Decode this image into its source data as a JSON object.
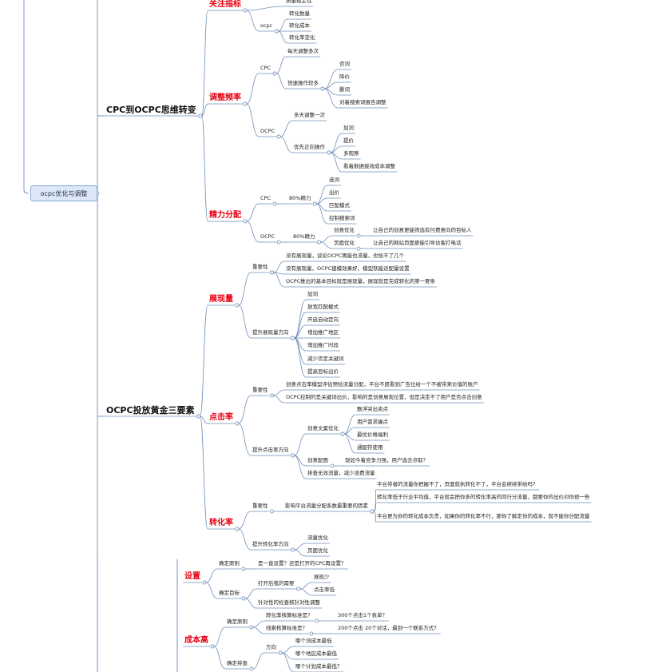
{
  "root": "ocpc优化与调整",
  "n": {
    "cut1": "质量稳定性",
    "topic1": "CPC到OCPC思维转变",
    "focus": "关注指标",
    "focus_ocpc": "ocpc",
    "f1": "转化数量",
    "f2": "转化成本",
    "f3": "转化率变化",
    "adjust": "调整频率",
    "adj_cpc": "CPC",
    "a1": "每天调整多次",
    "a2": "快速操作较多",
    "a2_1": "否词",
    "a2_2": "降价",
    "a2_3": "删词",
    "a2_4": "对着搜索词报告调整",
    "adj_ocpc": "OCPC",
    "b1": "多天调整一次",
    "b2": "优先正向操作",
    "b2_1": "加词",
    "b2_2": "提价",
    "b2_3": "多观察",
    "b2_4": "看着数据接效成本调整",
    "energy": "精力分配",
    "en_cpc": "CPC",
    "en_cpc_80": "80%精力",
    "e1": "选词",
    "e2": "出价",
    "e3": "匹配模式",
    "e4": "控制搜索词",
    "en_ocpc": "OCPC",
    "en_ocpc_80": "80%精力",
    "e5": "创意优化",
    "e5t": "让自己的创意更能筛选有付费意向的目标人",
    "e6": "页面优化",
    "e6t": "让自己的网站页面更能引导访客打电话",
    "topic2": "OCPC投放黄金三要素",
    "show": "展现量",
    "show_imp": "重要性",
    "s1": "没有展现量，谈论OCPC再能也流量，也恰不了几个",
    "s2": "没有展现量，OCPC建模效果好，模型就能适配量设置",
    "s3": "OCPC推出的基本目标就是展现量，展现就是完成转化的第一要条",
    "show_dir": "提升展现量方向",
    "s4": "加词",
    "s5": "放宽匹配模式",
    "s6": "开启自动定向",
    "s7": "增加推广地区",
    "s8": "增加推广时段",
    "s9": "减少否定关键词",
    "s10": "提高目标出价",
    "ctr": "点击率",
    "ctr_imp": "重要性",
    "c1": "创意点击率模型评估预估流量分配，平台不愿看到广告位给一个不被带来价值的账户",
    "c2": "OCPC控制的是关键词出价，影响的是创意展现位置，但是决定不了用户是否点击创意",
    "ctr_dir": "提升点击率方向",
    "c3": "创意文案优化",
    "c3_1": "飘浮突出卖点",
    "c3_2": "用户需求痛点",
    "c3_3": "最优价格福利",
    "c3_4": "通配符使用",
    "c4": "创意配图",
    "c4t": "现如今着竞争力强，用户选去点取？",
    "c5": "排查无效流量，减少浪费流量",
    "cvr": "转化率",
    "cvr_imp": "重要性",
    "cv1": "影响平台流量分配系数最重要的因素",
    "cv1_1": "平台带者的流量你把握不了，页面就执转化不了，平台会继续带给吗？",
    "cv1_2": "转化率低于行业平均值，平台就会把你多的转化率高的同行分流量，都要你的出价对你很一些",
    "cv1_3": "平台更为你的转化成本负责，如果你的转化率不行，那你了解定你的成本，就不能你分配流量",
    "cvr_dir": "提升转化率方向",
    "cv2": "流量优化",
    "cv3": "页面优化",
    "setup": "设置",
    "st_a": "确定原则",
    "st_a1": "是一直设置？还是打开的CPC再设置？",
    "st_b": "确定目标",
    "st_b1": "打开后我的需要",
    "st_b1_1": "展现少",
    "st_b1_2": "点击率低",
    "st_b2": "针对性的检查核针对性调整",
    "cost": "成本高",
    "co_a": "确定原则",
    "co_a1": "转化率核算标准是？",
    "co_a1t": "300个点击1个表单？",
    "co_a2": "线索核算标准是？",
    "co_a2t": "200个点击 20个对话，最到一个联系方式？",
    "co_b": "确定排查",
    "co_b1": "方向",
    "co_b1_1": "哪个词成本最低",
    "co_b1_2": "哪个地区成本最低",
    "co_b1_3": "哪个计划成本最低？"
  },
  "colors": {
    "line": "#6f8fb8",
    "accent": "#e60012",
    "root_fill": "#dde9f8",
    "root_border": "#7fa6d6"
  }
}
